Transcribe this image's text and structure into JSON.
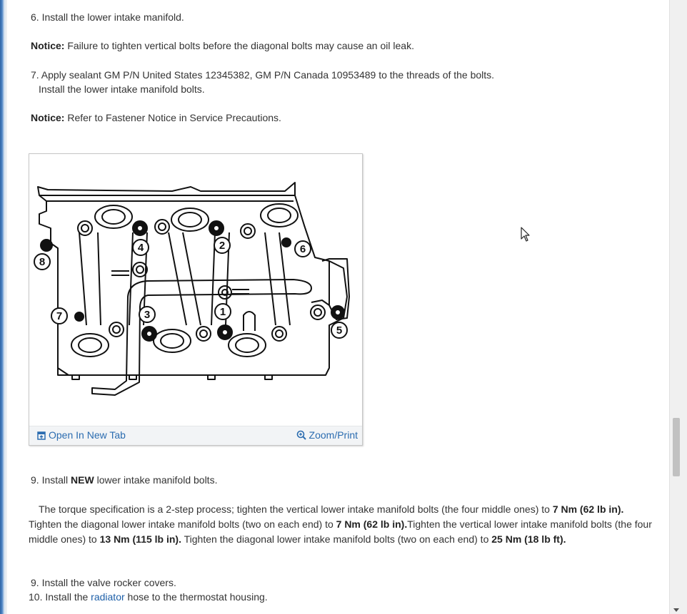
{
  "steps": {
    "step6": "6. Install the lower intake manifold.",
    "notice1": {
      "label": "Notice:",
      "text": " Failure to tighten vertical bolts before the diagonal bolts may cause an oil leak."
    },
    "step7_line1": "7. Apply sealant GM P/N United States 12345382, GM P/N Canada 10953489 to the threads of the bolts.",
    "step7_line2": "Install the lower intake manifold bolts.",
    "notice2": {
      "label": "Notice:",
      "text": " Refer to Fastener Notice in Service Precautions."
    }
  },
  "figure": {
    "callouts": [
      "1",
      "2",
      "3",
      "4",
      "5",
      "6",
      "7",
      "8"
    ],
    "open_new_tab": "Open In New Tab",
    "zoom_print": "Zoom/Print"
  },
  "step9": {
    "number": "9. Install ",
    "new_word": "NEW",
    "rest": " lower intake manifold bolts."
  },
  "torque": {
    "t1": "The torque specification is a 2-step process; tighten the vertical lower intake manifold bolts (the four middle ones) to ",
    "b1": "7 Nm (62 lb in).",
    "t2": " Tighten the diagonal lower intake manifold bolts (two on each end) to ",
    "b2": "7 Nm (62 lb in).",
    "t3": "Tighten the vertical lower intake manifold bolts (the four middle ones) to ",
    "b3": "13 Nm (115 lb in).",
    "t4": " Tighten the diagonal lower intake manifold bolts (two on each end) to ",
    "b4": "25 Nm (18 lb ft)."
  },
  "final_steps": {
    "step9b": "9. Install the valve rocker covers.",
    "step10_pre": "10. Install the ",
    "step10_link": "radiator",
    "step10_post": " hose to the thermostat housing."
  }
}
